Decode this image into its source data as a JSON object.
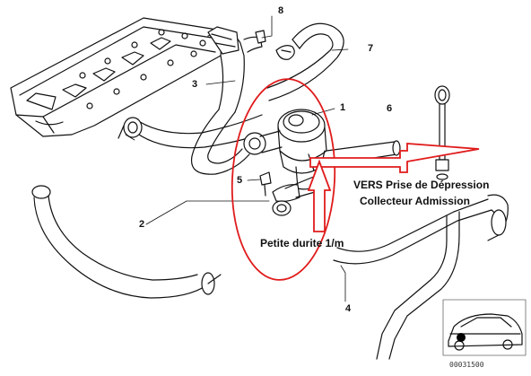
{
  "callouts": {
    "c1": "1",
    "c2": "2",
    "c3": "3",
    "c4": "4",
    "c5": "5",
    "c6": "6",
    "c7": "7",
    "c8": "8"
  },
  "annotations": {
    "vers_line1": "VERS Prise de Dépression",
    "vers_line2": "Collecteur Admission",
    "petite": "Petite durite 1/m"
  },
  "document_number": "00031500",
  "colors": {
    "annotation_red": "#e01b1b",
    "ink": "#111111"
  }
}
